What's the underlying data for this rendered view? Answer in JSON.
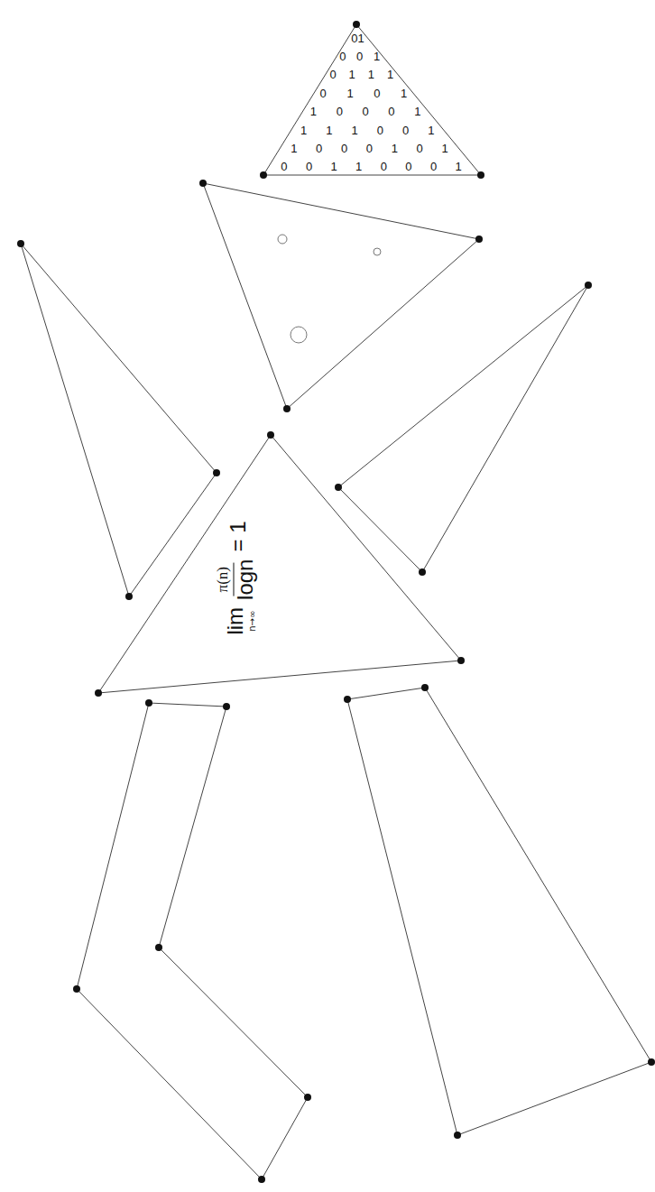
{
  "diagram": {
    "nodes": [
      {
        "text": [
          "01",
          "0 0 1",
          "0 1 1 1",
          "0 1 0 1",
          "1 0 0 0 1",
          "1 1 1 0 0 1",
          "1 0 0 0 1 0 1",
          "0 0 1 1 0 0 0 1"
        ]
      },
      {
        "text": [
          "lim",
          "n→∞",
          "π(n)",
          "logn",
          "= 1"
        ]
      }
    ]
  }
}
